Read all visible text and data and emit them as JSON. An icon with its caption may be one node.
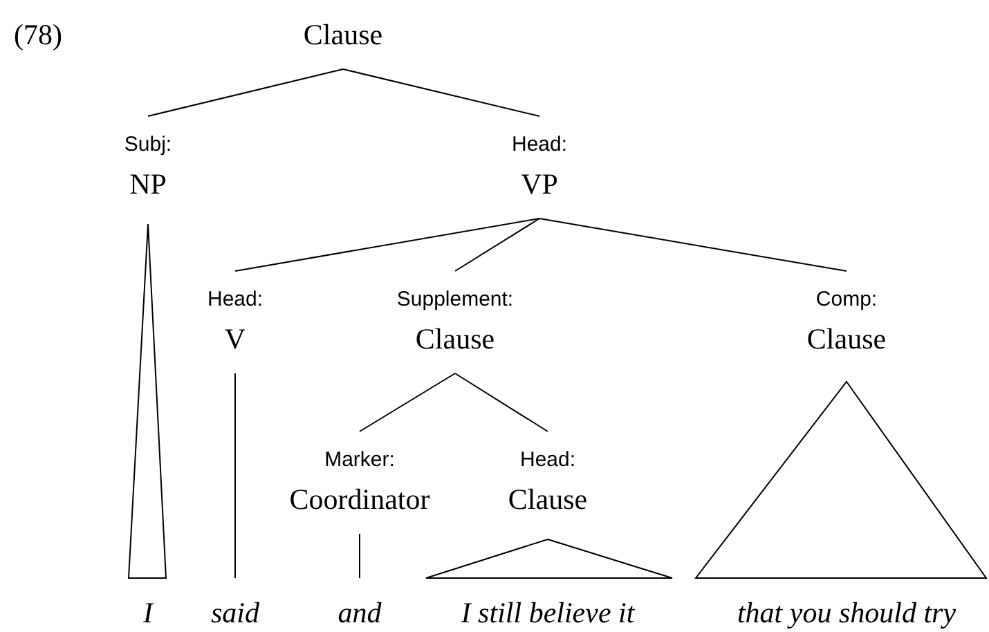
{
  "diagram": {
    "nodes": [
      {
        "text": [
          "Clause"
        ]
      },
      {
        "text": [
          "Subj:",
          "NP"
        ]
      },
      {
        "text": [
          "Head:",
          "VP"
        ]
      },
      {
        "text": [
          "Head:",
          "V"
        ]
      },
      {
        "text": [
          "Supplement:",
          "Clause"
        ]
      },
      {
        "text": [
          "Comp:",
          "Clause"
        ]
      },
      {
        "text": [
          "Marker:",
          "Coordinator"
        ]
      },
      {
        "text": [
          "Head:",
          "Clause"
        ]
      },
      {
        "text": [],
        "shape": "triangle"
      },
      {
        "text": [],
        "shape": "triangle"
      },
      {
        "text": [],
        "shape": "triangle"
      },
      {
        "text": [
          "I"
        ]
      },
      {
        "text": [
          "said"
        ]
      },
      {
        "text": [
          "and"
        ]
      },
      {
        "text": [
          "I still believe it"
        ]
      },
      {
        "text": [
          "that you should try"
        ]
      }
    ],
    "edges": [
      {
        "from": 0,
        "to": 1,
        "arrow": "none"
      },
      {
        "from": 0,
        "to": 2,
        "arrow": "none"
      },
      {
        "from": 2,
        "to": 3,
        "arrow": "none"
      },
      {
        "from": 2,
        "to": 4,
        "arrow": "none"
      },
      {
        "from": 2,
        "to": 5,
        "arrow": "none"
      },
      {
        "from": 4,
        "to": 6,
        "arrow": "none"
      },
      {
        "from": 4,
        "to": 7,
        "arrow": "none"
      },
      {
        "from": 3,
        "to": 12,
        "arrow": "none"
      },
      {
        "from": 6,
        "to": 13,
        "arrow": "none"
      }
    ],
    "labels": [
      "(78)"
    ]
  }
}
